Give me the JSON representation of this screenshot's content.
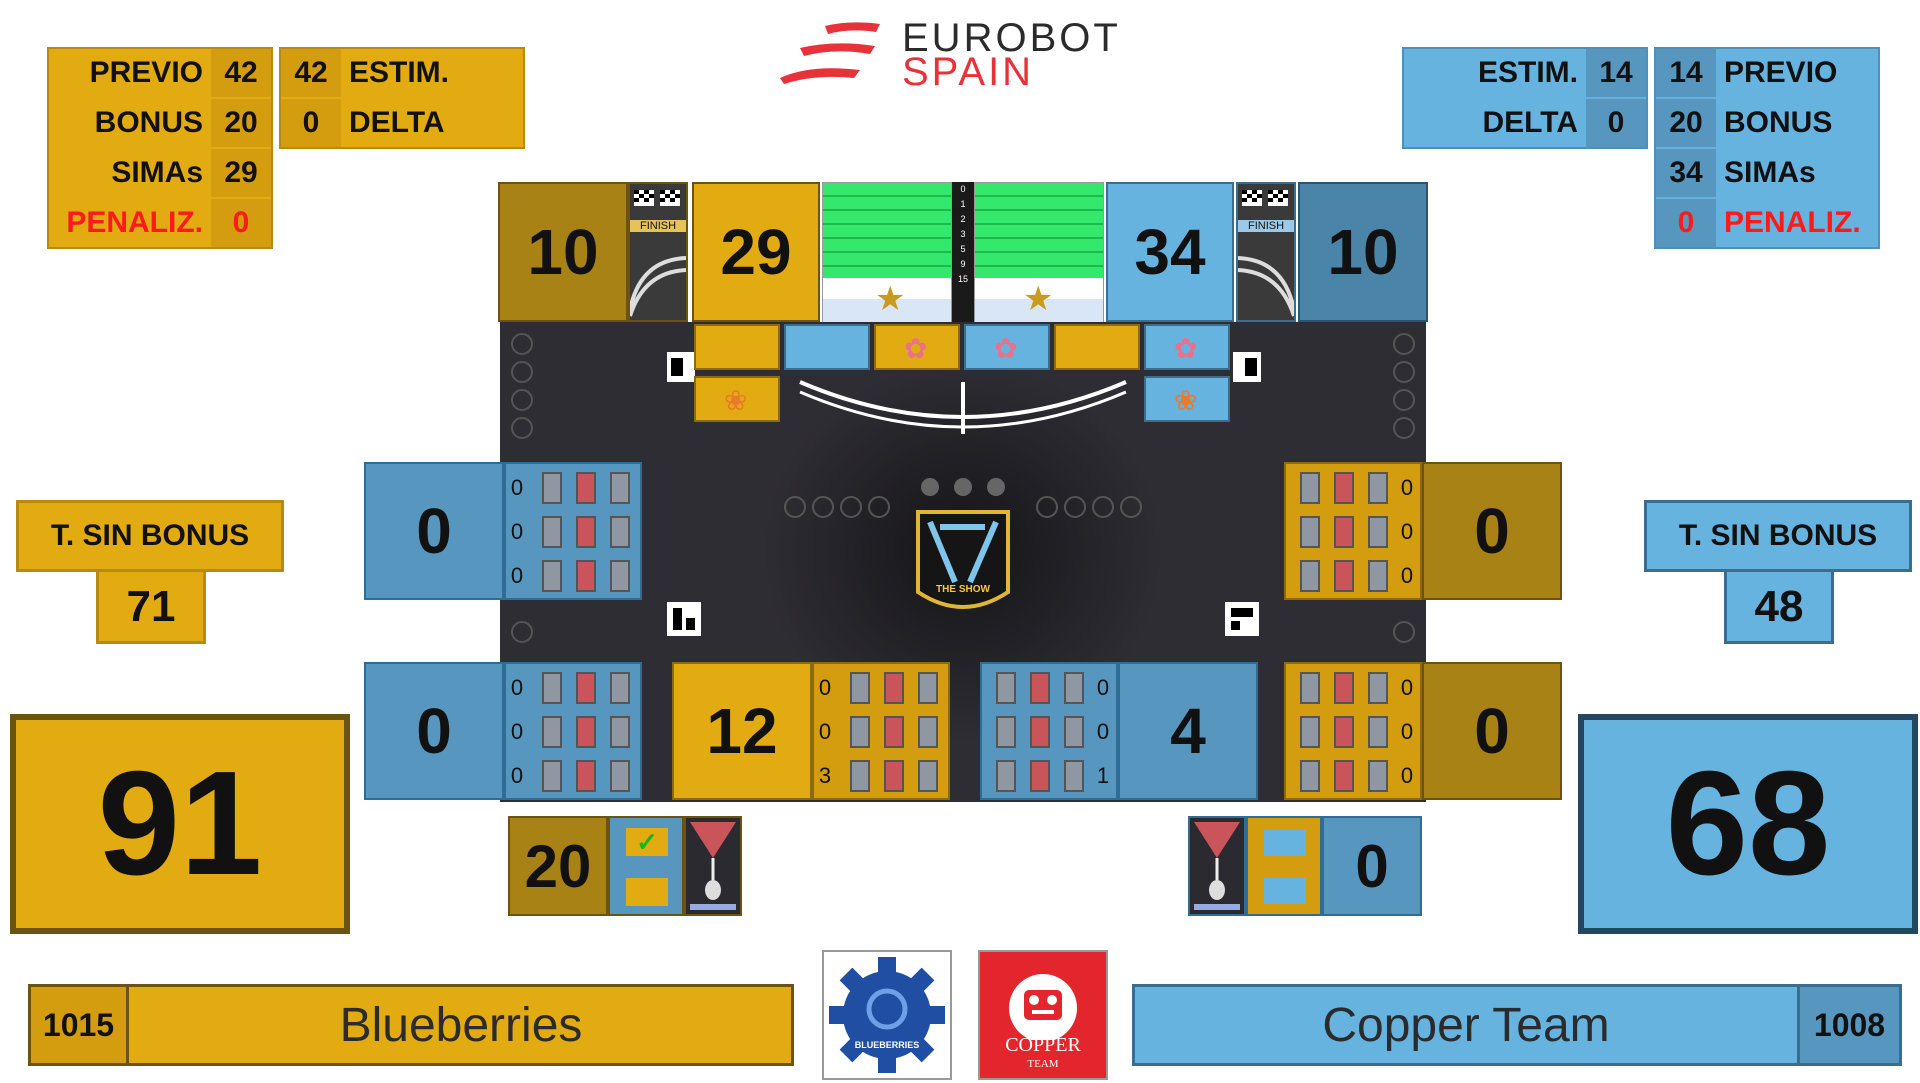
{
  "header": {
    "logo_line1": "EUROBOT",
    "logo_line2": "SPAIN"
  },
  "colors": {
    "yellow": "#e3ab12",
    "yellow_dark": "#a88215",
    "blue": "#66b3e0",
    "blue_dark": "#4a84a8",
    "red": "#ff1a1a",
    "logo_red": "#e8323a"
  },
  "left_stats": {
    "previo_label": "PREVIO",
    "previo_value": "42",
    "bonus_label": "BONUS",
    "bonus_value": "20",
    "simas_label": "SIMAs",
    "simas_value": "29",
    "penaliz_label": "PENALIZ.",
    "penaliz_value": "0",
    "estim_value": "42",
    "estim_label": "ESTIM.",
    "delta_value": "0",
    "delta_label": "DELTA"
  },
  "right_stats": {
    "estim_label": "ESTIM.",
    "estim_value": "14",
    "delta_label": "DELTA",
    "delta_value": "0",
    "previo_value": "14",
    "previo_label": "PREVIO",
    "bonus_value": "20",
    "bonus_label": "BONUS",
    "simas_value": "34",
    "simas_label": "SIMAs",
    "penaliz_value": "0",
    "penaliz_label": "PENALIZ."
  },
  "top_scores": {
    "left_finish": "10",
    "left_simas": "29",
    "right_simas": "34",
    "right_finish": "10",
    "finish_label": "FINISH"
  },
  "progress_ticks": [
    "0",
    "1",
    "2",
    "3",
    "5",
    "9",
    "15"
  ],
  "left_panel": {
    "label": "T. SIN BONUS",
    "value": "71",
    "total": "91"
  },
  "right_panel": {
    "label": "T. SIN BONUS",
    "value": "48",
    "total": "68"
  },
  "field": {
    "banner_text": "THE SHOW",
    "left_upper_zone": {
      "score": "0",
      "counts": [
        "0",
        "0",
        "0"
      ]
    },
    "right_upper_zone": {
      "score": "0",
      "counts": [
        "0",
        "0",
        "0"
      ]
    },
    "left_lower_zone": {
      "score": "0",
      "counts": [
        "0",
        "0",
        "0"
      ]
    },
    "center_left_zone": {
      "score": "12",
      "counts": [
        "0",
        "0",
        "3"
      ]
    },
    "center_right_zone": {
      "score": "4",
      "counts": [
        "0",
        "0",
        "1"
      ]
    },
    "right_lower_zone": {
      "score": "0",
      "counts": [
        "0",
        "0",
        "0"
      ]
    }
  },
  "banner_boxes": {
    "left_value": "20",
    "left_check": "✓",
    "right_value": "0"
  },
  "teams": {
    "left": {
      "number": "1015",
      "name": "Blueberries",
      "logo_text": "BLUEBERRIES"
    },
    "right": {
      "number": "1008",
      "name": "Copper Team",
      "logo_text": "COPPER",
      "logo_sub": "TEAM"
    }
  }
}
